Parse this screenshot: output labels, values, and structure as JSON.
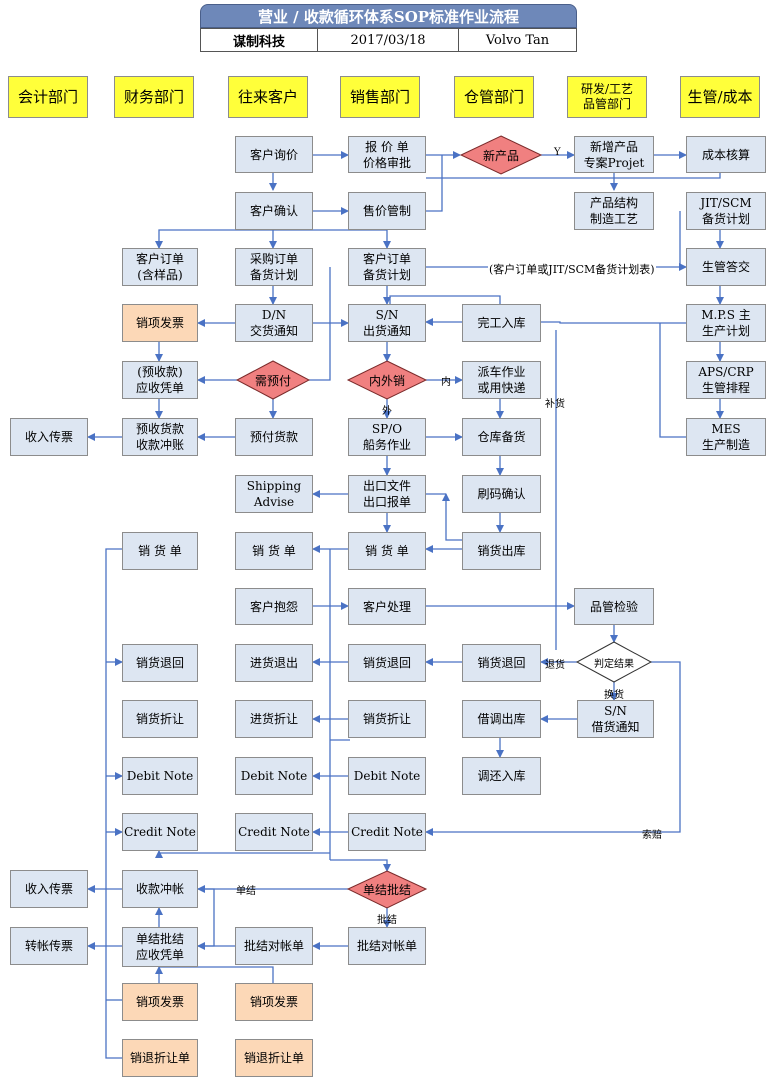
{
  "title": "营业 / 收款循环体系SOP标准作业流程",
  "info": {
    "company": "谋制科技",
    "date": "2017/03/18",
    "author": "Volvo Tan"
  },
  "departments": [
    "会计部门",
    "财务部门",
    "往来客户",
    "销售部门",
    "仓管部门",
    "研发/工艺\n品管部门",
    "生管/成本"
  ],
  "boxes": {
    "kehu_xunjia": "客户询价",
    "baojia": "报 价 单\n价格审批",
    "xinzeng": "新增产品\n专案Projet",
    "chengben": "成本核算",
    "chanpin": "产品结构\n制造工艺",
    "kehu_queren": "客户确认",
    "shoujia": "售价管制",
    "jit": "JIT/SCM\n备货计划",
    "kehu_dingdan_yang": "客户订单\n(含样品)",
    "caigou": "采购订单\n备货计划",
    "kehu_dingdan": "客户订单\n备货计划",
    "shengguan": "生管答交",
    "xiaoxiang1": "销项发票",
    "dn": "D/N\n交货通知",
    "sn": "S/N\n出货通知",
    "wangong": "完工入库",
    "mps": "M.P.S 主\n生产计划",
    "yushou": "(预收款)\n应收凭单",
    "paiche": "派车作业\n或用快递",
    "aps": "APS/CRP\n生管排程",
    "shouru1": "收入传票",
    "yushou_chongzhang": "预收货款\n收款冲账",
    "yufu": "预付货款",
    "spo": "SP/O\n船务作业",
    "cangku": "仓库备货",
    "mes": "MES\n生产制造",
    "shipping": "Shipping\nAdvise",
    "chukou": "出口文件\n出口报单",
    "shuama": "刷码确认",
    "xiaohuo_a": "销 货 单",
    "xiaohuo_b": "销 货 单",
    "xiaohuo_c": "销 货 单",
    "xiaohuo_chuku": "销货出库",
    "baoyuan": "客户抱怨",
    "chuli": "客户处理",
    "pinguan": "品管检验",
    "tuihui_a": "销货退回",
    "jintui": "进货退出",
    "tuihui_c": "销货退回",
    "tuihui_d": "销货退回",
    "zheran_a": "销货折让",
    "jinzhe": "进货折让",
    "zheran_c": "销货折让",
    "jiediao": "借调出库",
    "sn_jie": "S/N\n借货通知",
    "debit_a": "Debit Note",
    "debit_b": "Debit Note",
    "debit_c": "Debit Note",
    "huanru": "调还入库",
    "credit_a": "Credit Note",
    "credit_b": "Credit Note",
    "credit_c": "Credit Note",
    "shouru2": "收入传票",
    "shoukuan_chong": "收款冲帐",
    "zhuanzhang": "转帐传票",
    "danjie": "单结批结\n应收凭单",
    "pijie_a": "批结对帐单",
    "pijie_b": "批结对帐单",
    "xiaoxiang2": "销项发票",
    "xiaoxiang3": "销项发票",
    "tuizhe1": "销退折让单",
    "tuizhe2": "销退折让单"
  },
  "diamonds": {
    "xinchanpin": "新产品",
    "xuyufu": "需预付",
    "neiwai": "内外销",
    "panding": "判定结果",
    "danjie": "单结批结"
  },
  "labels": {
    "y": "Y",
    "nei": "内",
    "wai": "外",
    "buhuo": "补货",
    "tuihuo": "退货",
    "huanhuo": "换货",
    "suopei": "索赔",
    "danjie": "单结",
    "pijie": "批结",
    "middle_note": "(客户订单或JIT/SCM备货计划表)"
  },
  "colors": {
    "title_bg": "#6e88b9",
    "header_yellow": "#ffff3a",
    "box_blue": "#dde6f2",
    "box_orange": "#fcd8b7",
    "diamond_red": "#f08080",
    "line": "#4a72c4"
  }
}
